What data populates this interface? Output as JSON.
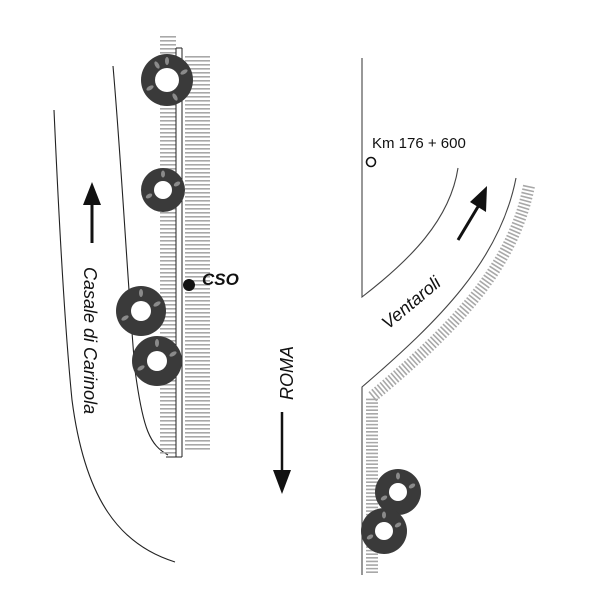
{
  "diagram": {
    "type": "road-junction-sketch",
    "labels": {
      "station": "CSO",
      "km_marker": "Km 176 + 600",
      "left_road_destination": "Casale di Carinola",
      "main_road_destination": "ROMA",
      "right_road_destination": "Ventaroli"
    },
    "arrows": [
      {
        "name": "casale-direction",
        "direction": "up"
      },
      {
        "name": "roma-direction",
        "direction": "down"
      },
      {
        "name": "ventaroli-direction",
        "direction": "up-right"
      }
    ],
    "colors": {
      "line": "#222222",
      "hatch": "#a8a8a8",
      "tree_fill": "#3a3a3a",
      "tree_highlight": "#8a8a8a",
      "text": "#111111"
    }
  }
}
